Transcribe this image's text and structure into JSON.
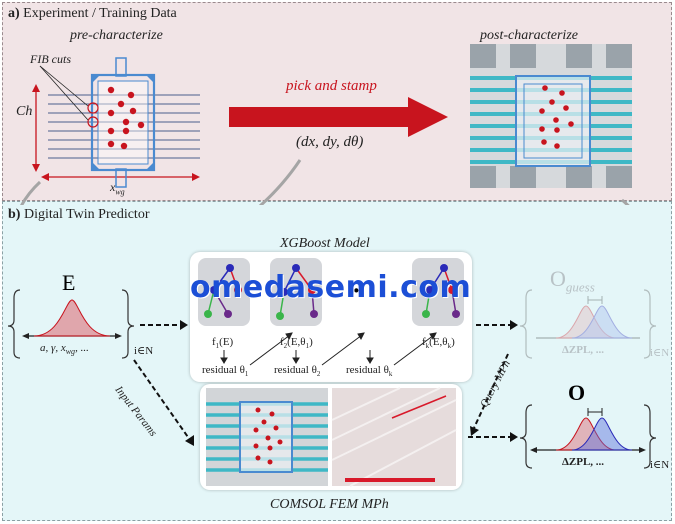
{
  "panel_a": {
    "title_letter": "a)",
    "title": "Experiment / Training Data",
    "pre_label": "pre-characterize",
    "post_label": "post-characterize",
    "fib_label": "FIB cuts",
    "ch_label": "Ch",
    "xwg_label": "x",
    "xwg_sub": "wg",
    "pick_label": "pick and stamp",
    "params_label": "(dx, dy, dθ)"
  },
  "panel_b": {
    "title_letter": "b)",
    "title": "Digital Twin Predictor",
    "xgb_title": "XGBoost Model",
    "comsol_title": "COMSOL FEM MPh",
    "e_label": "E",
    "e_params": "a, γ, x",
    "e_params_sub": "wg",
    "e_params_tail": ", ...",
    "index_label": "i∈N",
    "input_params": "Input Params",
    "query": "Query MPh",
    "o_guess": "O",
    "o_guess_sub": "guess",
    "o_label": "O",
    "dzpl": "ΔZPL, ...",
    "dots": "·",
    "trees": [
      {
        "f": "f",
        "fsub": "1",
        "arg": "(E)",
        "res": "residual θ",
        "rsub": "1"
      },
      {
        "f": "f",
        "fsub": "2",
        "arg": "(E,θ",
        "argsub": "1",
        "argtail": ")",
        "res": "residual θ",
        "rsub": "2"
      },
      {
        "f": "f",
        "fsub": "k",
        "arg": "(E,θ",
        "argsub": "k",
        "argtail": ")",
        "res": "residual θ",
        "rsub": "k"
      }
    ]
  },
  "watermark": "omedasemi.com",
  "colors": {
    "accent_red": "#c8141e",
    "tree_blue": "#2a2ab8",
    "tree_green": "#3ab54a",
    "tree_purple": "#6a2a8a",
    "tree_red": "#d8192a"
  }
}
